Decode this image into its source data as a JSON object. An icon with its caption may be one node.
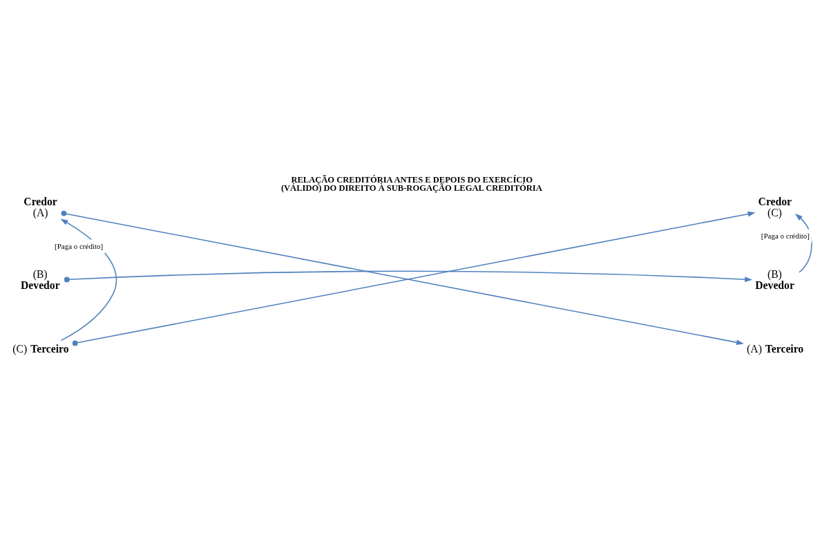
{
  "diagram": {
    "title": "RELAÇÃO CREDITÓRIA ANTES E DEPOIS DO EXERCÍCIO (VÁLIDO) DO DIREITO À SUB-ROGAÇÃO LEGAL CREDITÓRIA",
    "nodes": [
      {
        "text": [
          "Credor",
          "(A)"
        ]
      },
      {
        "text": [
          "(B)",
          "Devedor"
        ]
      },
      {
        "text": [
          "(C)",
          "Terceiro"
        ]
      },
      {
        "text": [
          "Credor",
          "(C)"
        ]
      },
      {
        "text": [
          "(B)",
          "Devedor"
        ]
      },
      {
        "text": [
          "(A)",
          "Terceiro"
        ]
      }
    ],
    "edges": [
      {
        "from": 0,
        "to": 5,
        "arrow": "to"
      },
      {
        "from": 1,
        "to": 4,
        "arrow": "to"
      },
      {
        "from": 2,
        "to": 3,
        "arrow": "to"
      },
      {
        "from": 2,
        "to": 0,
        "arrow": "to",
        "label": "[Paga o crédito]"
      },
      {
        "from": 4,
        "to": 3,
        "arrow": "to",
        "label": "[Paga o crédito]"
      }
    ]
  }
}
